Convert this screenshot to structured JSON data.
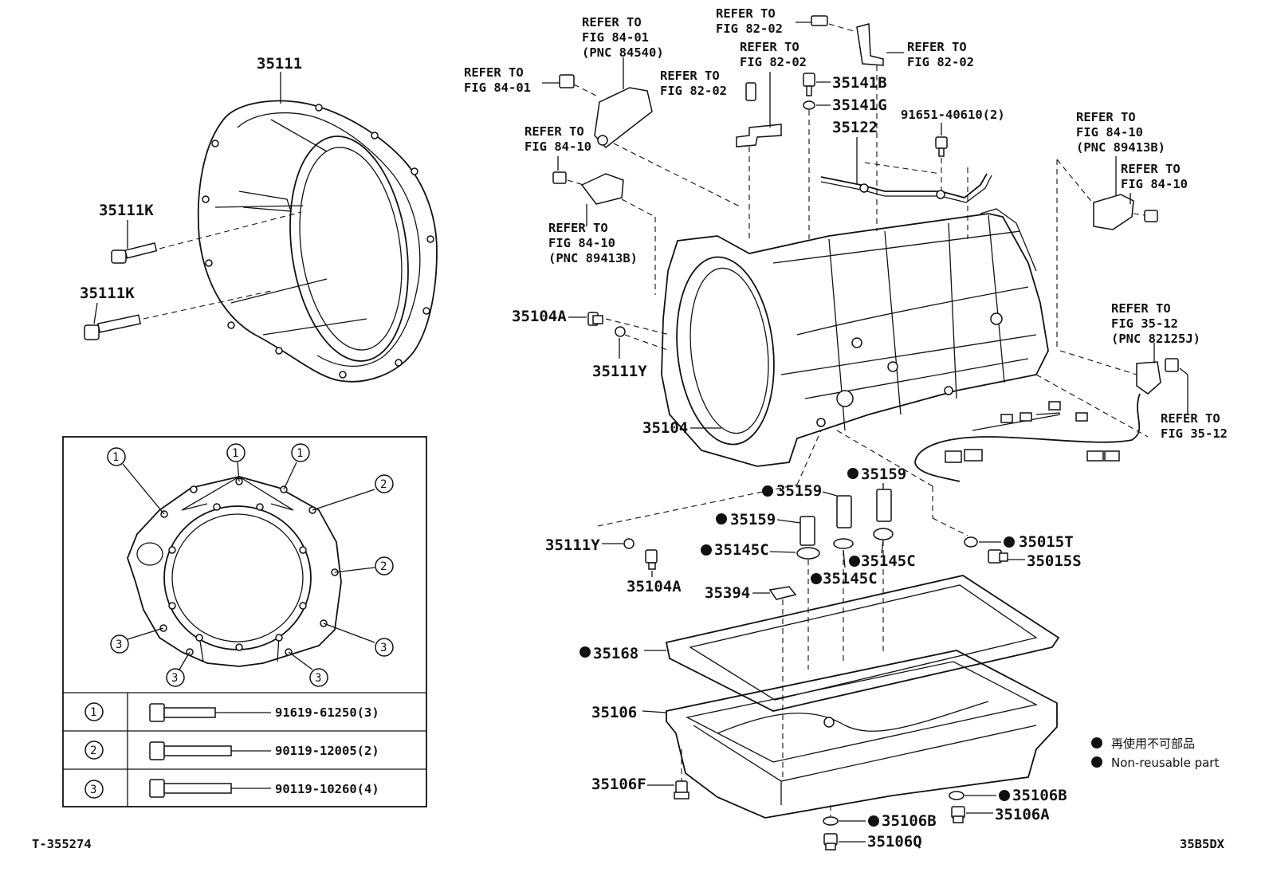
{
  "diagram": {
    "parts": {
      "p35111": "35111",
      "p35111K_a": "35111K",
      "p35111K_b": "35111K",
      "p35104A_a": "35104A",
      "p35104A_b": "35104A",
      "p35111Y_a": "35111Y",
      "p35111Y_b": "35111Y",
      "p35104": "35104",
      "p35141B": "35141B",
      "p35141G": "35141G",
      "p35122": "35122",
      "p91651": "91651-40610(2)",
      "p35159_a": "35159",
      "p35159_b": "35159",
      "p35159_c": "35159",
      "p35145C_a": "35145C",
      "p35145C_b": "35145C",
      "p35145C_c": "35145C",
      "p35015T": "35015T",
      "p35015S": "35015S",
      "p35394": "35394",
      "p35168": "35168",
      "p35106": "35106",
      "p35106F": "35106F",
      "p35106B_a": "35106B",
      "p35106B_b": "35106B",
      "p35106A": "35106A",
      "p35106Q": "35106Q"
    },
    "refs": {
      "r1": [
        "REFER TO",
        "FIG 84-01",
        "(PNC 84540)"
      ],
      "r2": [
        "REFER TO",
        "FIG 84-01"
      ],
      "r3": [
        "REFER TO",
        "FIG 82-02"
      ],
      "r4": [
        "REFER TO",
        "FIG 82-02"
      ],
      "r5": [
        "REFER TO",
        "FIG 82-02"
      ],
      "r6": [
        "REFER TO",
        "FIG 82-02"
      ],
      "r7": [
        "REFER TO",
        "FIG 84-10"
      ],
      "r8": [
        "REFER TO",
        "FIG 84-10",
        "(PNC 89413B)"
      ],
      "r9": [
        "REFER TO",
        "FIG 84-10",
        "(PNC 89413B)"
      ],
      "r10": [
        "REFER TO",
        "FIG 84-10"
      ],
      "r11": [
        "REFER TO",
        "FIG 35-12",
        "(PNC 82125J)"
      ],
      "r12": [
        "REFER TO",
        "FIG 35-12"
      ]
    },
    "inset": {
      "callouts": [
        "1",
        "1",
        "1",
        "2",
        "2",
        "3",
        "3",
        "3",
        "3"
      ],
      "table": [
        {
          "num": "1",
          "part": "91619-61250(3)"
        },
        {
          "num": "2",
          "part": "90119-12005(2)"
        },
        {
          "num": "3",
          "part": "90119-10260(4)"
        }
      ]
    },
    "legend": {
      "ja": "再使用不可部品",
      "en": "Non-reusable part"
    },
    "footer": {
      "left": "T-355274",
      "right": "35B5DX"
    }
  }
}
